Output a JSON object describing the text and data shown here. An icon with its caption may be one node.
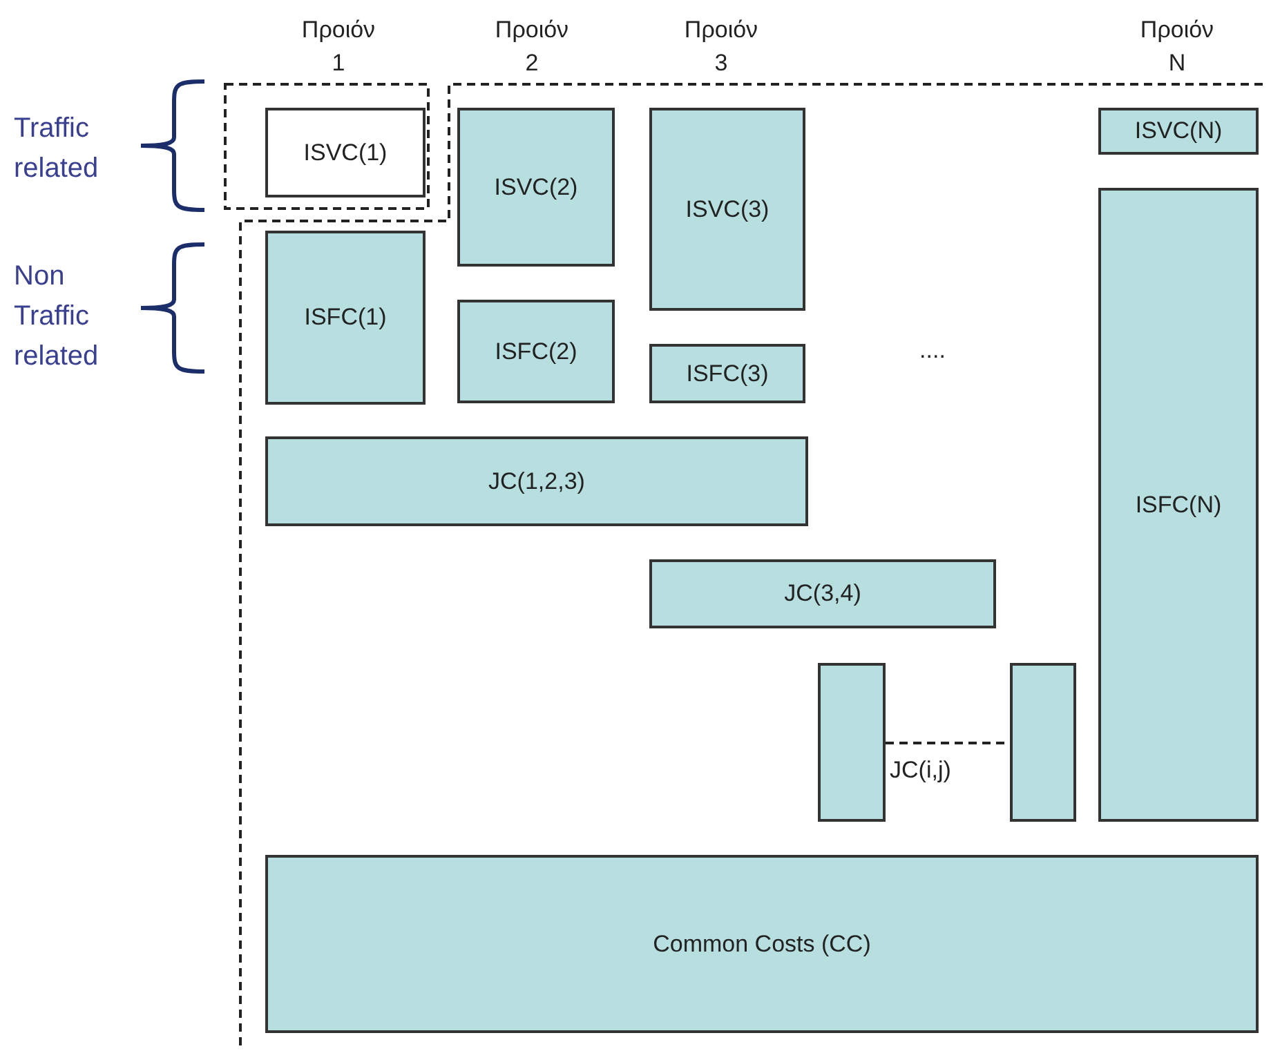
{
  "diagram": {
    "nodes": [
      {
        "text": [
          "ISVC(1)"
        ]
      },
      {
        "text": [
          "ISVC(2)"
        ]
      },
      {
        "text": [
          "ISVC(3)"
        ]
      },
      {
        "text": [
          "ISVC(N)"
        ]
      },
      {
        "text": [
          "ISFC(1)"
        ]
      },
      {
        "text": [
          "ISFC(2)"
        ]
      },
      {
        "text": [
          "ISFC(3)"
        ]
      },
      {
        "text": [
          "ISFC(N)"
        ]
      },
      {
        "text": [
          "JC(1,2,3)"
        ]
      },
      {
        "text": [
          "JC(3,4)"
        ]
      },
      {
        "text": [],
        "shape": "box"
      },
      {
        "text": [],
        "shape": "box"
      },
      {
        "text": [
          "Common Costs (CC)"
        ]
      }
    ],
    "edges": [
      {
        "from": 10,
        "to": 11,
        "arrow": "none",
        "style": "dashed",
        "label": "JC(i,j)"
      }
    ],
    "labels": [
      "Προιόν 1",
      "Προιόν 2",
      "Προιόν 3",
      "Προιόν N",
      "Traffic related",
      "Non Traffic related",
      "...."
    ]
  }
}
